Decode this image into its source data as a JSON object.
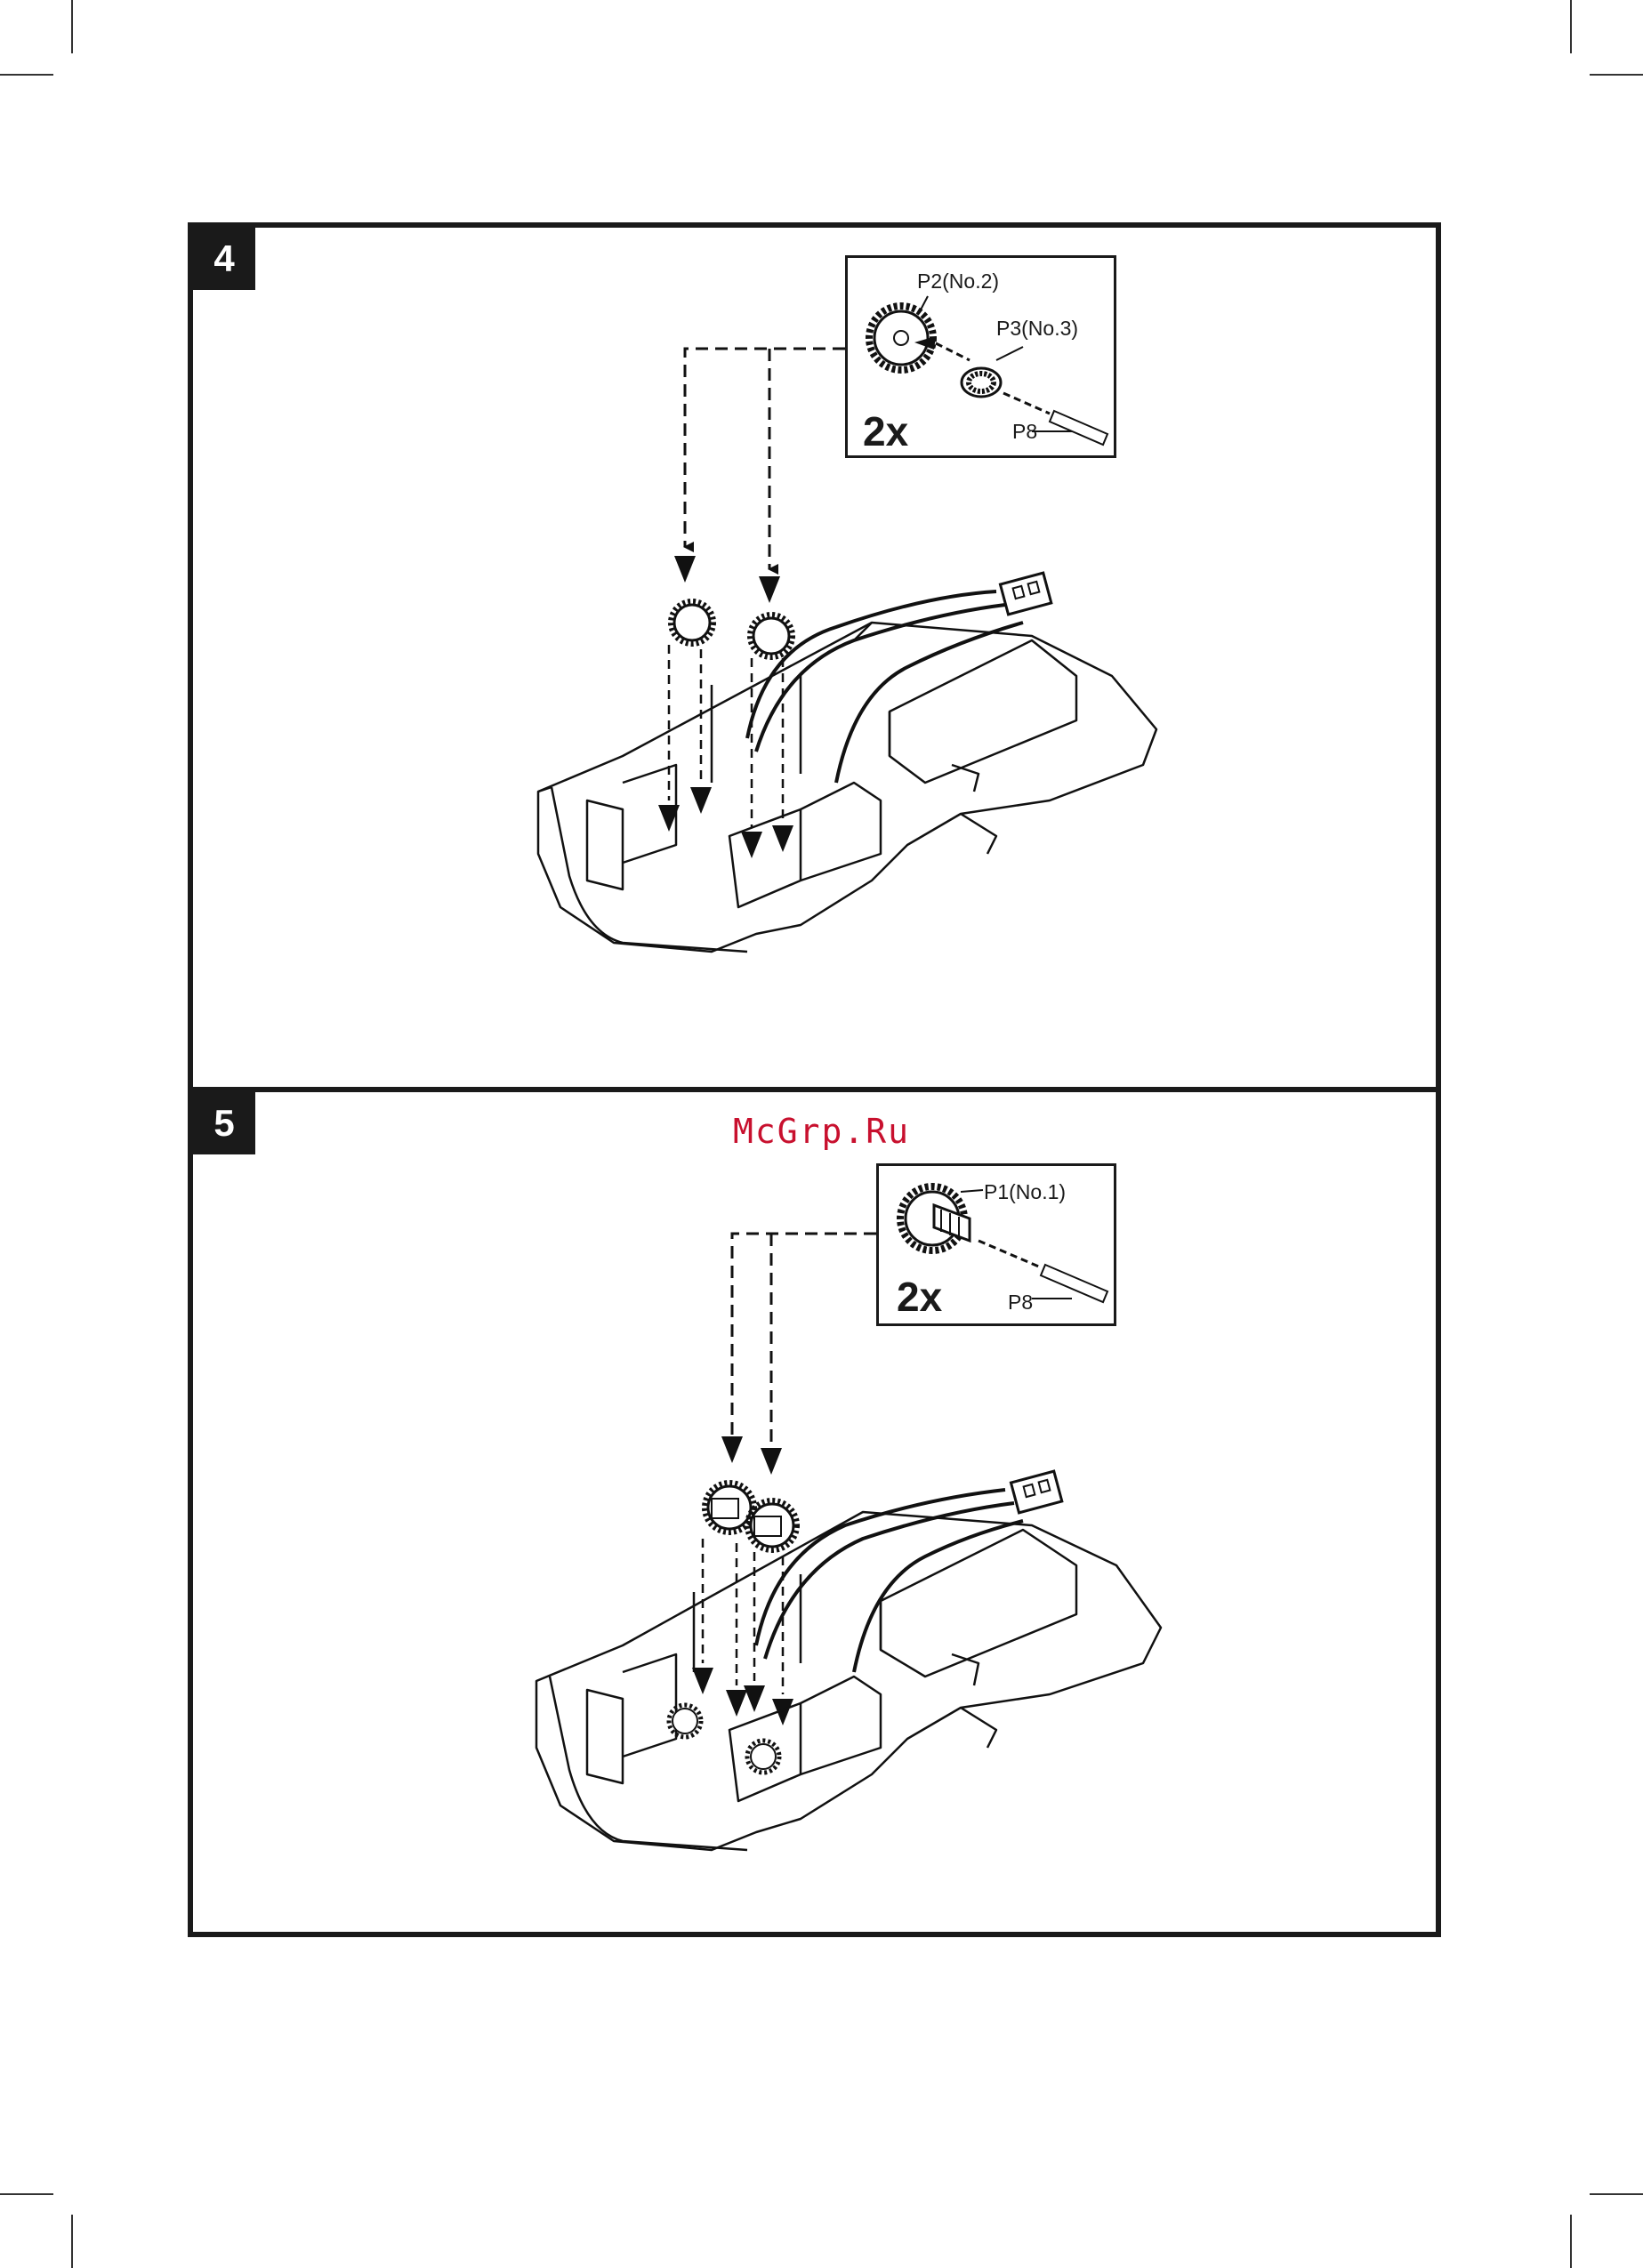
{
  "watermark": "McGrp.Ru",
  "steps": [
    {
      "number": "4",
      "detail": {
        "quantity": "2x",
        "labels": [
          "P2(No.2)",
          "P3(No.3)",
          "P8"
        ]
      }
    },
    {
      "number": "5",
      "detail": {
        "quantity": "2x",
        "labels": [
          "P1(No.1)",
          "P8"
        ]
      }
    }
  ]
}
